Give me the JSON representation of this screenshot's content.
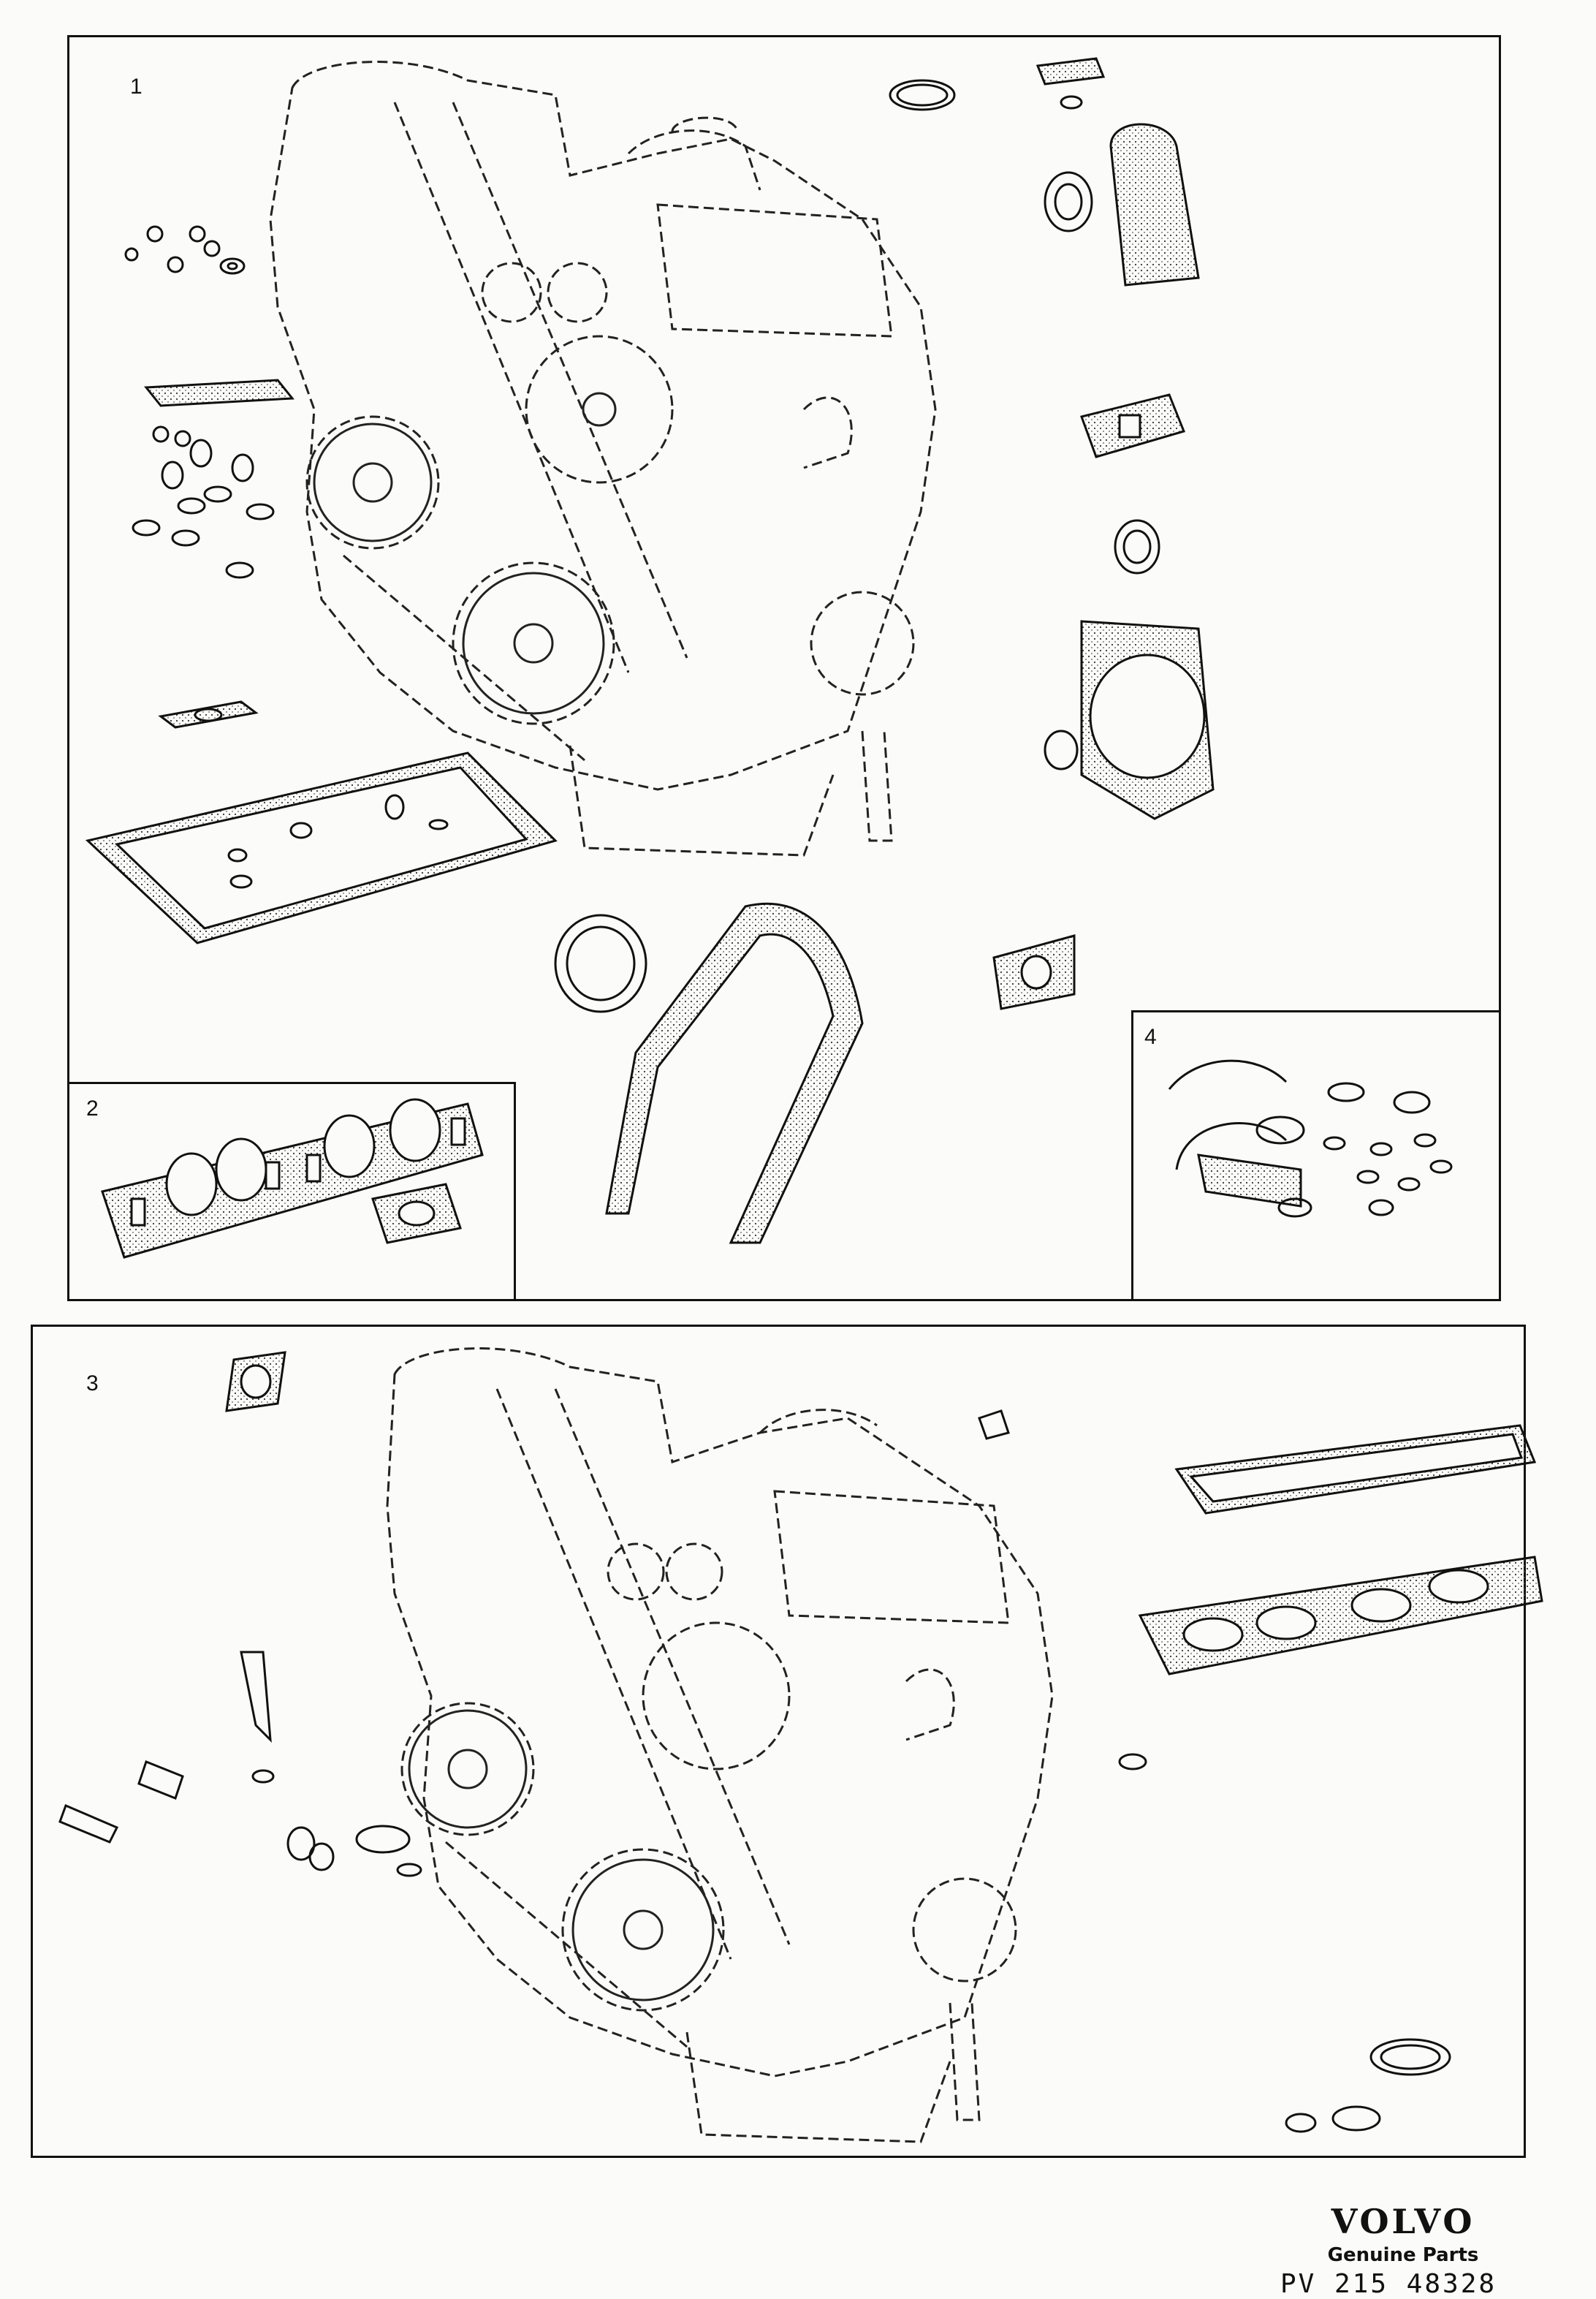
{
  "panels": [
    {
      "label": "1"
    },
    {
      "label": "2"
    },
    {
      "label": "3"
    },
    {
      "label": "4"
    }
  ],
  "footer": {
    "brand": "VOLVO",
    "tagline": "Genuine Parts",
    "code": "PV 215 48328"
  },
  "colors": {
    "ink": "#111111",
    "paper": "#fbfbf9"
  },
  "icons": [
    "engine-drawing",
    "gasket",
    "seal-ring",
    "washer"
  ]
}
